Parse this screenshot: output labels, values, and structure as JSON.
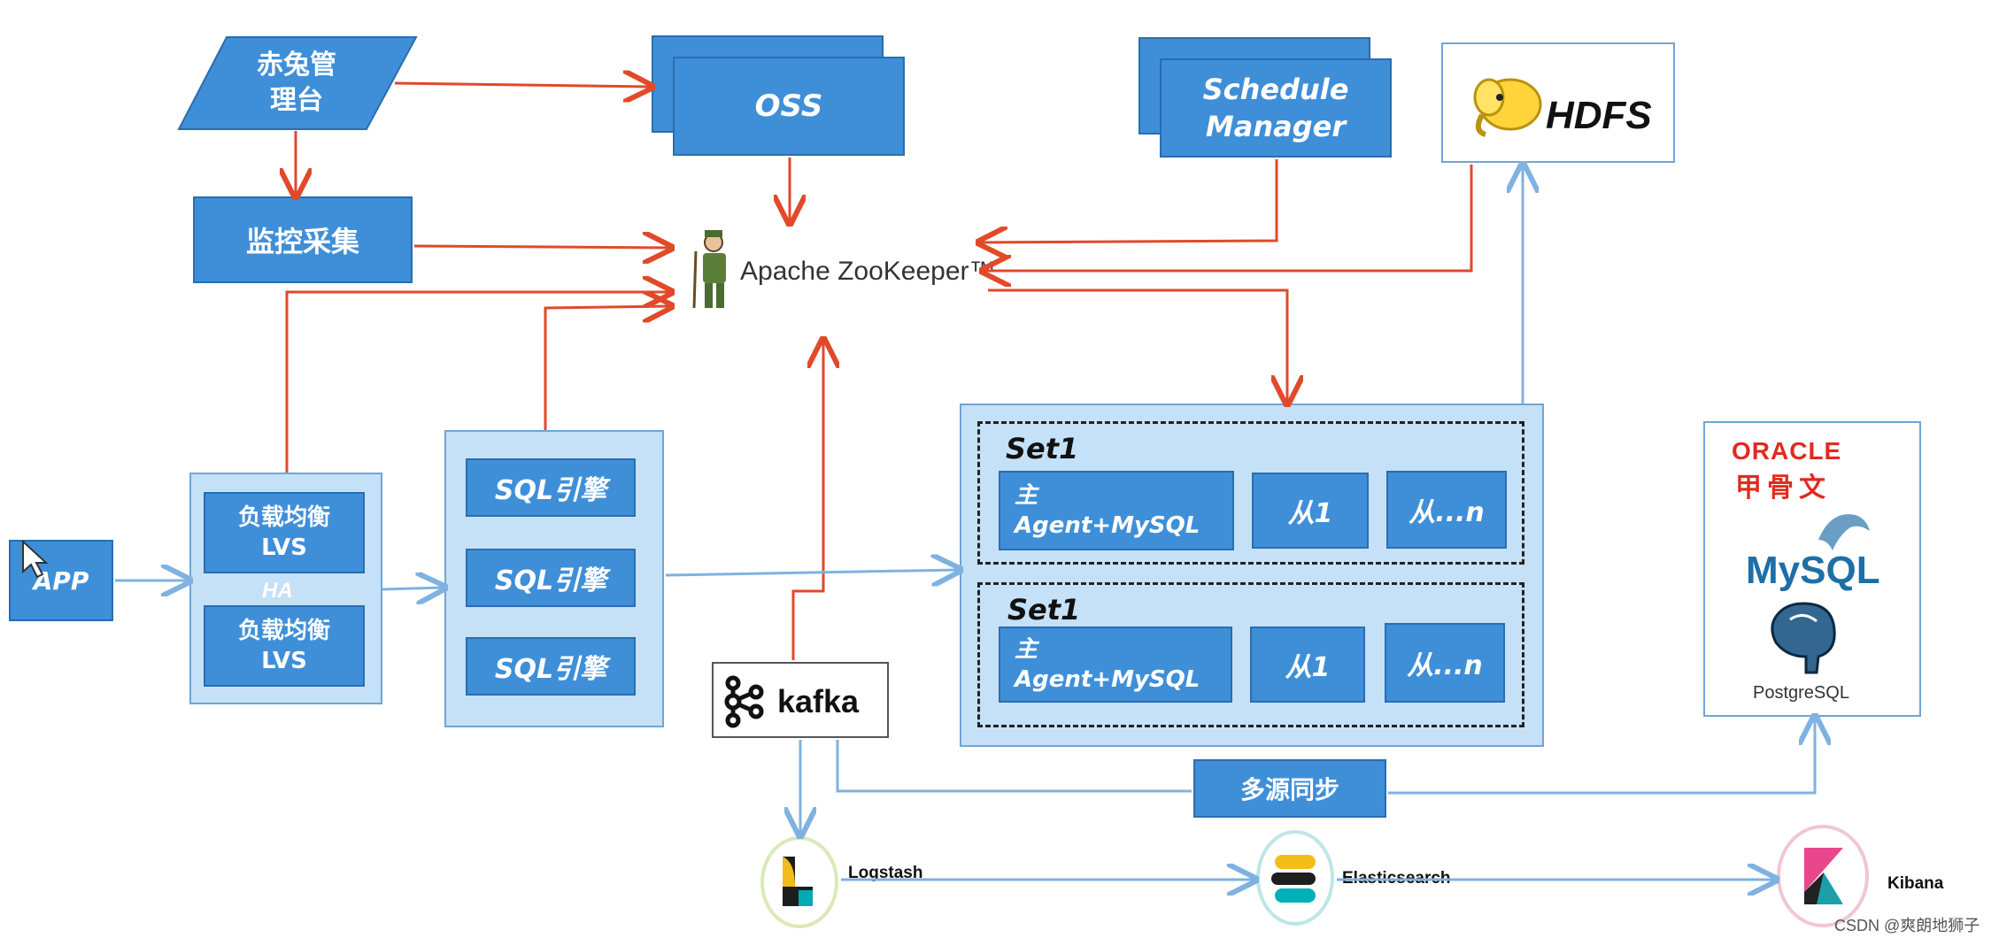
{
  "colors": {
    "box_fill": "#3f8fd8",
    "panel_fill": "#c5e1f7",
    "red_arrow": "#e04a2a",
    "blue_arrow": "#7fb2e0"
  },
  "nodes": {
    "chitu_admin": "赤兔管\n理台",
    "oss": "OSS",
    "schedule_manager": "Schedule\nManager",
    "hdfs": "HDFS",
    "monitor": "监控采集",
    "zookeeper": "Apache ZooKeeper™",
    "app": "APP",
    "lb1": "负载均衡\nLVS",
    "ha": "HA",
    "lb2": "负载均衡\nLVS",
    "sql1": "SQL引擎",
    "sql2": "SQL引擎",
    "sql3": "SQL引擎",
    "kafka": "kafka",
    "set1_label": "Set1",
    "set1_master": "主\nAgent+MySQL",
    "set1_slave1": "从1",
    "set1_slaven": "从...n",
    "set2_label": "Set1",
    "set2_master": "主\nAgent+MySQL",
    "set2_slave1": "从1",
    "set2_slaven": "从...n",
    "oracle": "ORACLE",
    "oracle_cn": "甲骨文",
    "mysql": "MySQL",
    "postgresql": "PostgreSQL",
    "multisync": "多源同步",
    "logstash": "Logstash",
    "elasticsearch": "Elasticsearch",
    "kibana": "Kibana"
  },
  "watermark": "CSDN @爽朗地狮子"
}
